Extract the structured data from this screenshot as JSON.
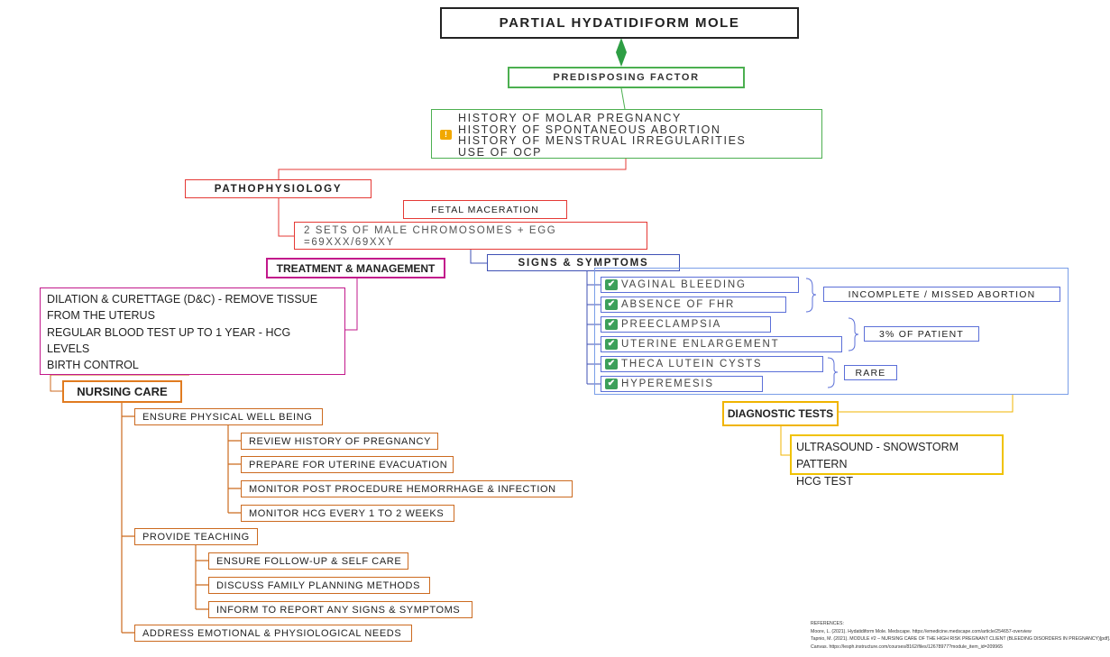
{
  "title": "PARTIAL HYDATIDIFORM MOLE",
  "predisposing": {
    "label": "PREDISPOSING FACTOR",
    "items": [
      "HISTORY OF MOLAR PREGNANCY",
      "HISTORY OF SPONTANEOUS ABORTION",
      "HISTORY OF MENSTRUAL IRREGULARITIES",
      "USE OF OCP"
    ]
  },
  "pathophysiology": {
    "label": "PATHOPHYSIOLOGY",
    "fetal": "FETAL MACERATION",
    "chromosome_lines": [
      "2 SETS OF MALE CHROMOSOMES + EGG",
      "=69XXX/69XXY"
    ]
  },
  "treatment": {
    "label": "TREATMENT & MANAGEMENT",
    "lines": [
      "DILATION & CURETTAGE (D&C) - REMOVE TISSUE",
      "FROM THE UTERUS",
      "REGULAR BLOOD TEST UP TO 1 YEAR  - HCG",
      "LEVELS",
      "BIRTH CONTROL"
    ]
  },
  "signs": {
    "label": "SIGNS & SYMPTOMS",
    "items": [
      "VAGINAL BLEEDING",
      "ABSENCE OF FHR",
      "PREECLAMPSIA",
      "UTERINE ENLARGEMENT",
      "THECA LUTEIN  CYSTS",
      "HYPEREMESIS"
    ],
    "notes": [
      "INCOMPLETE / MISSED ABORTION",
      "3% OF PATIENT",
      "RARE"
    ]
  },
  "diagnostic": {
    "label": "DIAGNOSTIC TESTS",
    "lines": [
      "ULTRASOUND - SNOWSTORM PATTERN",
      "HCG TEST"
    ]
  },
  "nursing": {
    "label": "NURSING CARE",
    "items": [
      "ENSURE PHYSICAL WELL BEING",
      "REVIEW HISTORY OF PREGNANCY",
      "PREPARE FOR UTERINE EVACUATION",
      "MONITOR POST PROCEDURE HEMORRHAGE & INFECTION",
      "MONITOR HCG  EVERY 1 TO 2 WEEKS",
      "PROVIDE TEACHING",
      "ENSURE FOLLOW-UP & SELF CARE",
      "DISCUSS FAMILY PLANNING METHODS",
      "INFORM TO REPORT ANY SIGNS & SYMPTOMS",
      "ADDRESS EMOTIONAL & PHYSIOLOGICAL NEEDS"
    ]
  },
  "references": {
    "heading": "REFERENCES:",
    "items": [
      "Moore, L. (2021). Hydatidiform Mole. Medscape. https://emedicine.medscape.com/article/254657-overview",
      "Tapnio, M. (2021). MODULE #2 – NURSING CARE OF THE HIGH RISK PREGNANT CLIENT (BLEEDING DISORDERS IN PREGNANCY)[pdf].",
      "Canvas. https://lesph.instructure.com/courses/8162/files/12678977?module_item_id=209965"
    ]
  },
  "colors": {
    "green": "#4caf50",
    "red": "#e53935",
    "magenta": "#c2188b",
    "blue": "#3f51b5",
    "orange": "#cc6a1f",
    "gold": "#f0b400"
  }
}
